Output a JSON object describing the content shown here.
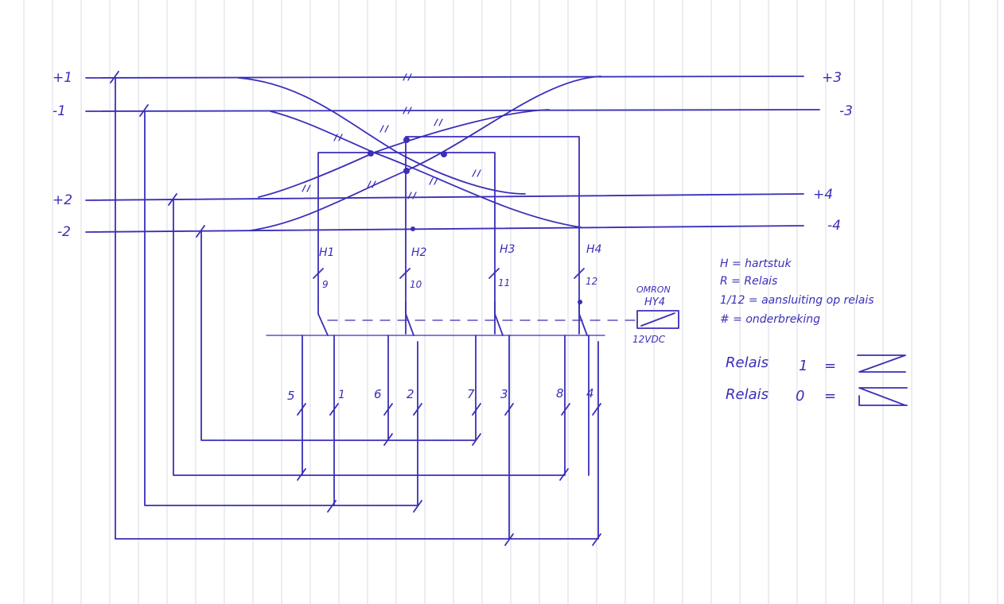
{
  "colors": {
    "ink": "#3a2fb8",
    "paper": "#ffffff",
    "rule": "#d7dbe6"
  },
  "labels": {
    "left": [
      "+1",
      "-1",
      "+2",
      "-2"
    ],
    "right": [
      "+3",
      "-3",
      "+4",
      "-4"
    ],
    "switch_ids": [
      "H1",
      "H2",
      "H3",
      "H4"
    ],
    "switch_nums": [
      "9",
      "10",
      "11",
      "12"
    ],
    "contact_nums": [
      "5",
      "1",
      "6",
      "2",
      "7",
      "3",
      "8",
      "4"
    ]
  },
  "relay": {
    "brand": "OMRON",
    "model": "HY4",
    "voltage": "12VDC"
  },
  "legend": [
    "H = hartstuk",
    "R = Relais",
    "1/12 = aansluiting op relais",
    "# = onderbreking"
  ],
  "relay_states": [
    {
      "label": "Relais",
      "value": "1",
      "eq": "="
    },
    {
      "label": "Relais",
      "value": "0",
      "eq": "="
    }
  ]
}
